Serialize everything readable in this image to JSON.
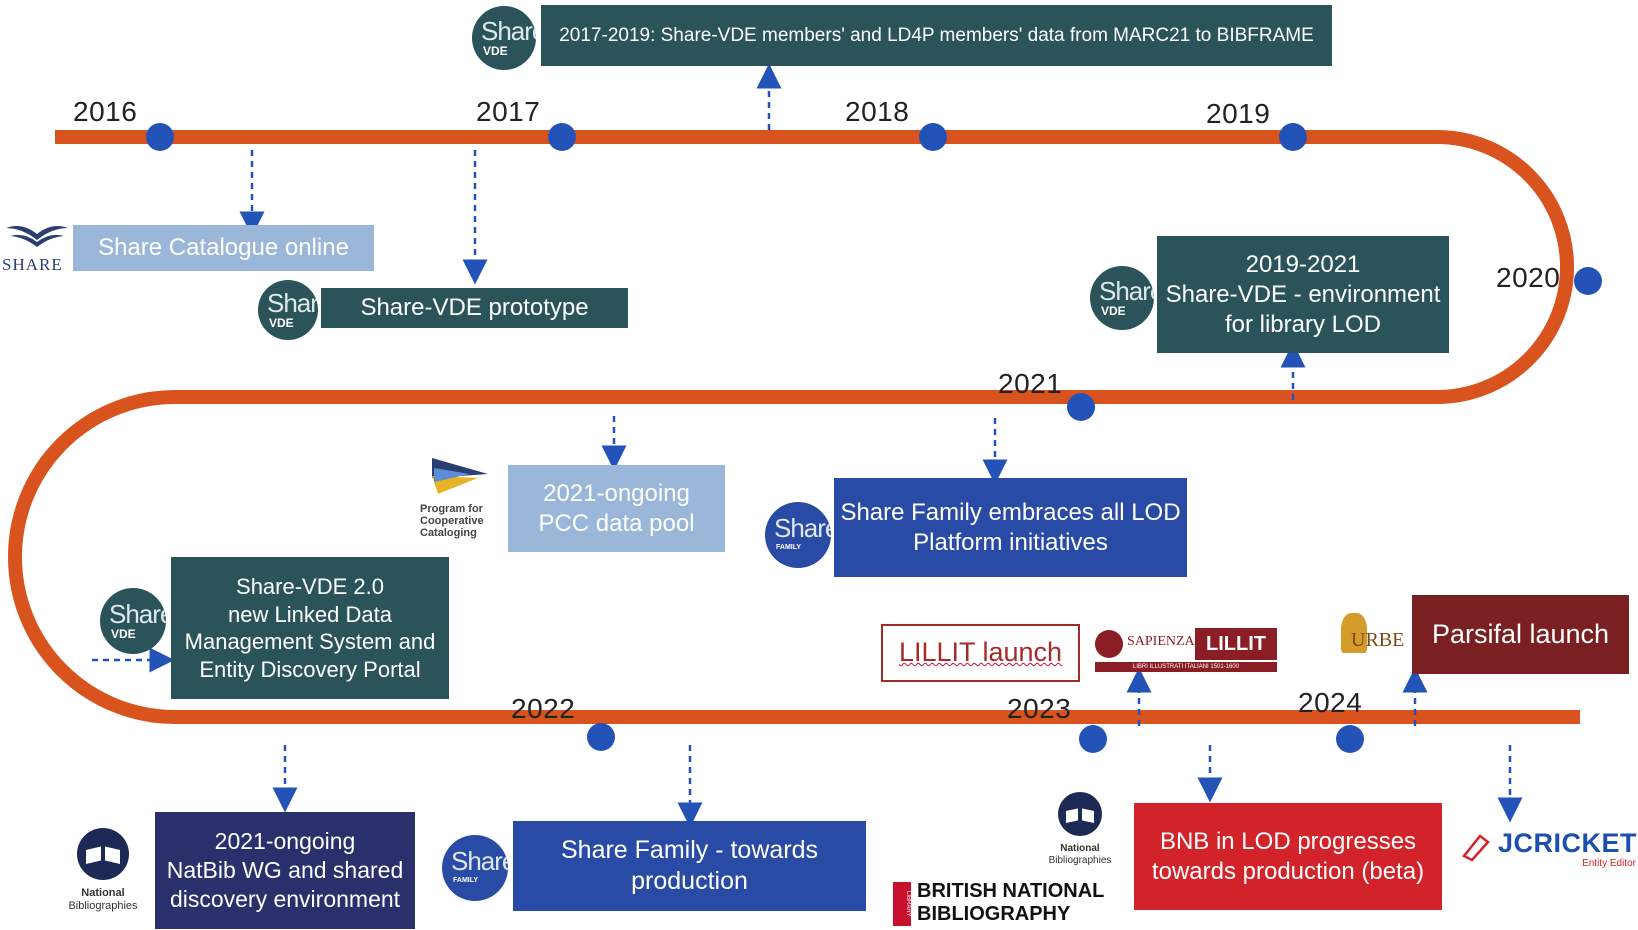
{
  "years": [
    "2016",
    "2017",
    "2018",
    "2019",
    "2020",
    "2021",
    "2022",
    "2023",
    "2024"
  ],
  "events": {
    "marc21": "2017-2019: Share-VDE members' and LD4P members' data from MARC21 to BIBFRAME",
    "share_catalogue": "Share Catalogue online",
    "prototype": "Share-VDE prototype",
    "env_lod": [
      "2019-2021",
      "Share-VDE - environment",
      "for library LOD"
    ],
    "pcc": [
      "2021-ongoing",
      "PCC data pool"
    ],
    "family_lod": [
      "Share Family embraces all LOD",
      "Platform initiatives"
    ],
    "svde2": [
      "Share-VDE 2.0",
      "new Linked Data",
      "Management System and",
      "Entity Discovery Portal"
    ],
    "lillit": "LILLIT launch",
    "parsifal": "Parsifal launch",
    "natbib": [
      "2021-ongoing",
      "NatBib WG and shared",
      "discovery environment"
    ],
    "family_prod": [
      "Share Family - towards",
      "production"
    ],
    "bnb": [
      "BNB in LOD progresses",
      "towards production (beta)"
    ]
  },
  "logos": {
    "share_vde": [
      "Share",
      "VDE"
    ],
    "share_family": [
      "Share",
      "FAMILY"
    ],
    "share_wordmark": "SHARE",
    "pcc": [
      "Program for",
      "Cooperative",
      "Cataloging"
    ],
    "national_bibliographies": [
      "National",
      "Bibliographies"
    ],
    "sapienza": "SAPIENZA",
    "lillit_badge": "LILLIT",
    "lillit_sub": "LIBRI ILLUSTRATI ITALIANI 1501-1600",
    "urbe": "URBE",
    "jcricket": "JCRICKET",
    "jcricket_sub": "Entity Editor",
    "bnb_logo": [
      "BRITISH NATIONAL",
      "BIBLIOGRAPHY"
    ],
    "bnb_spine": "LIBRARY"
  },
  "colors": {
    "track": "#d9531e",
    "dot": "#2453b8",
    "arrow": "#2453b8",
    "teal": "#2a5459",
    "light_blue": "#9ab7d9",
    "mid_blue": "#2a4ba5",
    "navy": "#29306c",
    "red": "#d2232a",
    "maroon": "#7a1f22"
  }
}
